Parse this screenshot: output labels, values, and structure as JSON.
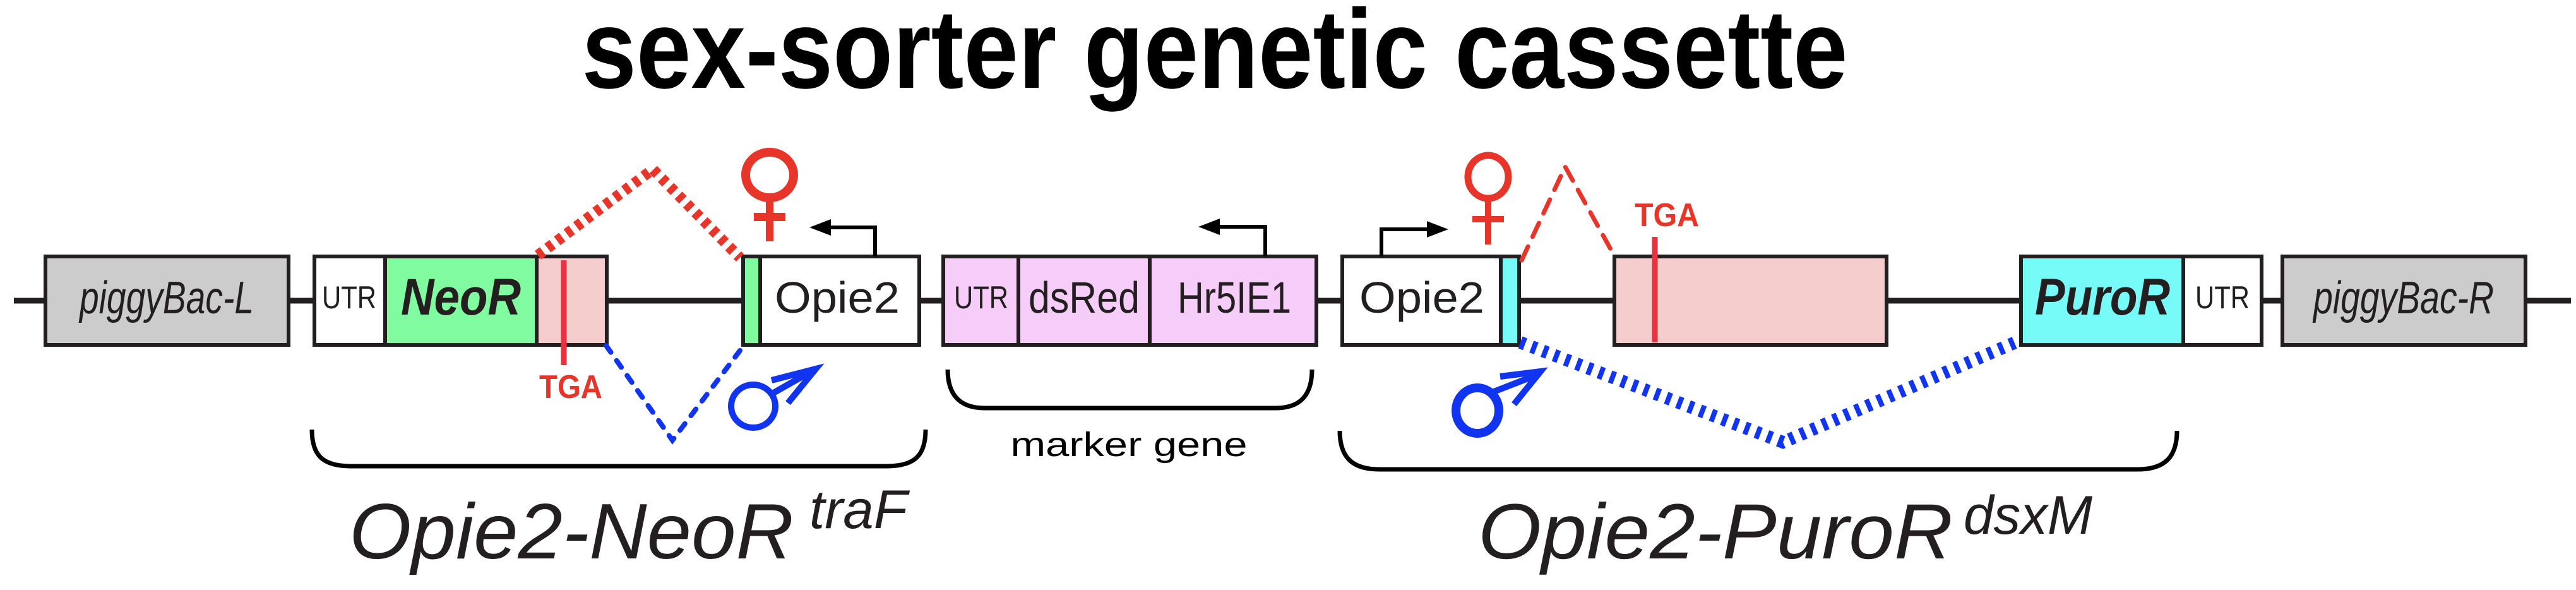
{
  "title": "sex-sorter genetic cassette",
  "colors": {
    "grey": "#cccccc",
    "white": "#ffffff",
    "neo_green": "#80fba0",
    "intron_pink": "#f6cdcd",
    "marker_pink": "#f6ccf8",
    "puro_cyan": "#77fbf9",
    "female_red": "#e8352a",
    "stop_red": "#e8323f",
    "male_blue": "#1034f0"
  },
  "elements": {
    "piggybac_left": "piggyBac-L",
    "utr_left": "UTR",
    "neor": "NeoR",
    "opie2_left": "Opie2",
    "marker_utr": "UTR",
    "dsred": "dsRed",
    "hr5ie1": "Hr5IE1",
    "opie2_right": "Opie2",
    "puror": "PuroR",
    "utr_right": "UTR",
    "piggybac_right": "piggyBac-R"
  },
  "annotations": {
    "stop_codon_left": "TGA",
    "stop_codon_right": "TGA",
    "female_symbol": "♀",
    "male_symbol": "♂"
  },
  "groups": {
    "left_cassette": {
      "name": "Opie2-NeoR",
      "superscript": "traF"
    },
    "marker": {
      "name": "marker gene"
    },
    "right_cassette": {
      "name": "Opie2-PuroR",
      "superscript": "dsxM"
    }
  }
}
